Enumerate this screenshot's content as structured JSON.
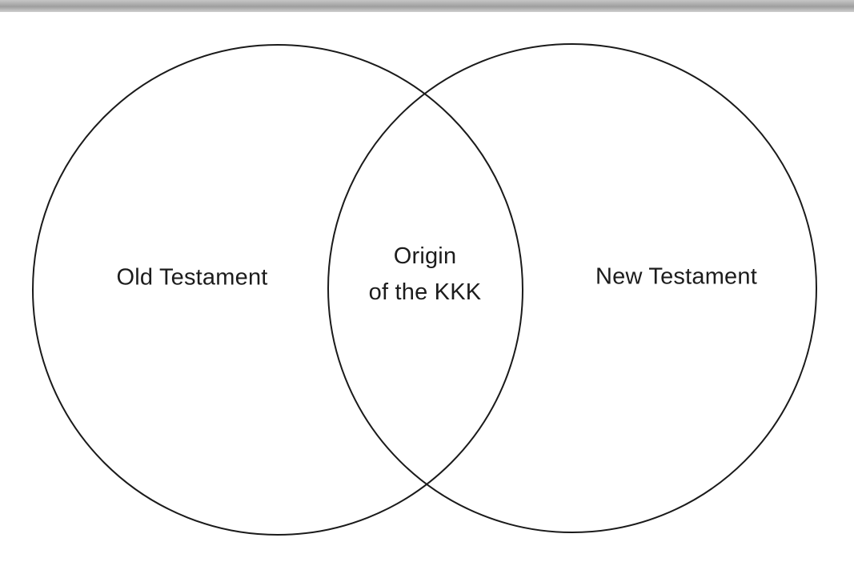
{
  "diagram": {
    "type": "venn",
    "left_label": "Old Testament",
    "right_label": "New Testament",
    "intersection_label_line1": "Origin",
    "intersection_label_line2": "of the KKK",
    "stroke_color": "#1a1a1a",
    "background_color": "#ffffff",
    "top_bar_color": "#a8a8a8",
    "text_color": "#1c1c1c"
  }
}
